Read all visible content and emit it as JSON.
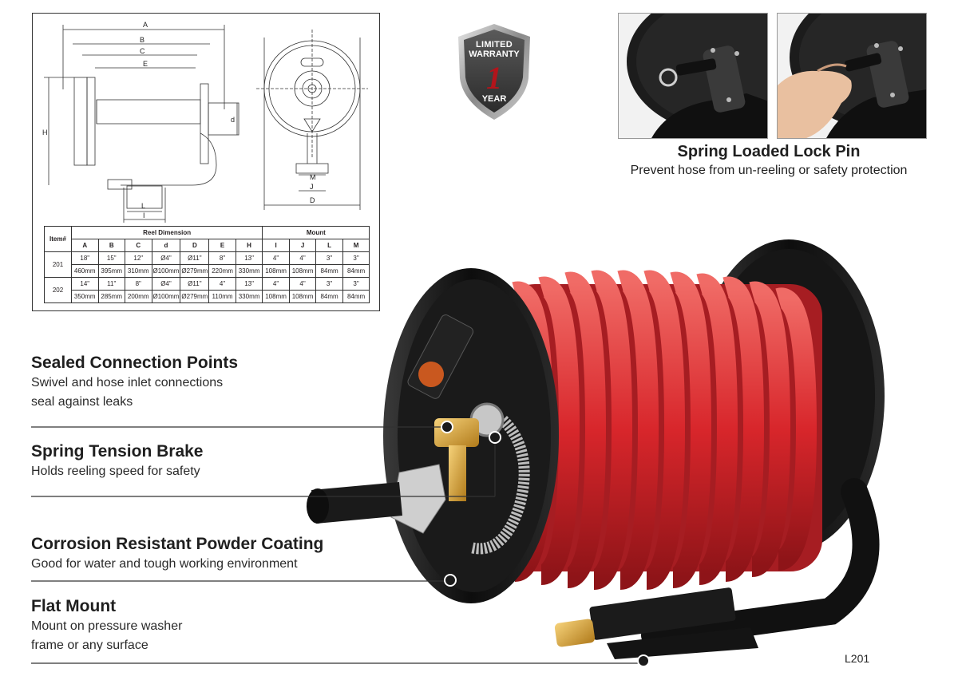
{
  "drawing": {
    "dim_labels": [
      "A",
      "B",
      "C",
      "E",
      "H",
      "d",
      "L",
      "I",
      "M",
      "J",
      "D"
    ]
  },
  "table": {
    "item_header": "Item#",
    "group_reel": "Reel Dimension",
    "group_mount": "Mount",
    "columns": [
      "A",
      "B",
      "C",
      "d",
      "D",
      "E",
      "H",
      "I",
      "J",
      "L",
      "M"
    ],
    "rows": [
      {
        "item": "201",
        "inches": [
          "18\"",
          "15\"",
          "12\"",
          "Ø4\"",
          "Ø11\"",
          "8\"",
          "13\"",
          "4\"",
          "4\"",
          "3\"",
          "3\""
        ],
        "mm": [
          "460mm",
          "395mm",
          "310mm",
          "Ø100mm",
          "Ø279mm",
          "220mm",
          "330mm",
          "108mm",
          "108mm",
          "84mm",
          "84mm"
        ]
      },
      {
        "item": "202",
        "inches": [
          "14\"",
          "11\"",
          "8\"",
          "Ø4\"",
          "Ø11\"",
          "4\"",
          "13\"",
          "4\"",
          "4\"",
          "3\"",
          "3\""
        ],
        "mm": [
          "350mm",
          "285mm",
          "200mm",
          "Ø100mm",
          "Ø279mm",
          "110mm",
          "330mm",
          "108mm",
          "108mm",
          "84mm",
          "84mm"
        ]
      }
    ]
  },
  "warranty": {
    "line1": "LIMITED",
    "line2": "WARRANTY",
    "number": "1",
    "line3": "YEAR"
  },
  "lock_pin": {
    "title": "Spring Loaded Lock Pin",
    "description": "Prevent hose from un-reeling or safety protection"
  },
  "features": [
    {
      "title": "Sealed Connection Points",
      "desc_lines": [
        "Swivel and hose inlet connections",
        "seal against leaks"
      ]
    },
    {
      "title": "Spring Tension Brake",
      "desc_lines": [
        "Holds reeling speed for safety"
      ]
    },
    {
      "title": "Corrosion Resistant Powder Coating",
      "desc_lines": [
        "Good for water and tough working environment"
      ]
    },
    {
      "title": "Flat Mount",
      "desc_lines": [
        "Mount on pressure washer",
        "frame or any surface"
      ]
    }
  ],
  "model_code": "L201",
  "colors": {
    "hose_red": "#d8262b",
    "reel_black": "#1a1a1a",
    "brass": "#d9a53a",
    "warranty_red": "#b3141b"
  }
}
